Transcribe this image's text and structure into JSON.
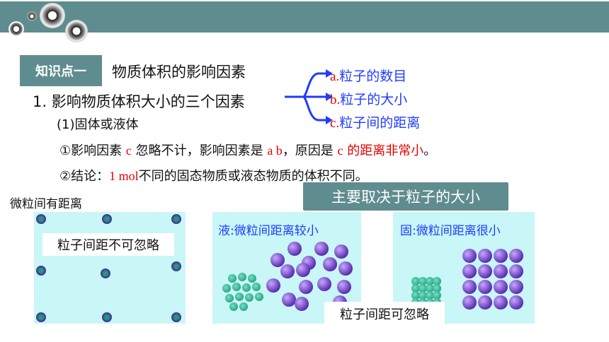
{
  "header": {
    "topic_badge": "知识点一",
    "topic_title": "物质体积的影响因素"
  },
  "main": {
    "heading": "1. 影响物质体积大小的三个因素",
    "factors": [
      {
        "letter": "a.",
        "text": "粒子的数目"
      },
      {
        "letter": "b.",
        "text": "粒子的大小"
      },
      {
        "letter": "c.",
        "text": "粒子间的距离"
      }
    ],
    "sub": "(1)固体或液体",
    "point1": {
      "prefix": "①影响因素 ",
      "c": "c",
      "mid": " 忽略不计，影响因素是 ",
      "ab": "a b",
      "mid2": "，原因是 ",
      "c2": "c",
      "de": " 的",
      "dist": "距离非常小",
      "end": "。"
    },
    "point2": {
      "prefix": "②结论：",
      "mol": "1 mol",
      "rest": "不同的固态物质或液态物质的体积不同。"
    }
  },
  "figures": {
    "gas_caption": "微粒间有距离",
    "gas_label": "粒子间距不可忽略",
    "tooltip": "主要取决于粒子的大小",
    "liquid_label": "液:微粒间距离较小",
    "solid_label": "固:微粒间距离很小",
    "bottom_label": "粒子间距可忽略"
  },
  "colors": {
    "accent": "#5f8c8f",
    "panel": "#c9f6f7",
    "red": "#e60000",
    "blue": "#1f3cff"
  }
}
